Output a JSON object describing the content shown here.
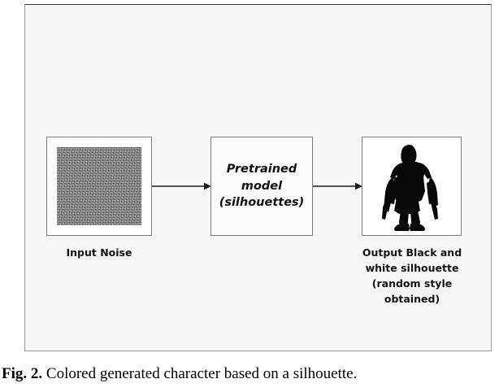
{
  "figure": {
    "caption_number": "Fig. 2.",
    "caption_text": " Colored generated character based on a silhouette.",
    "frame_background": "#f6f6f6",
    "frame_border_color": "#9a9a9a"
  },
  "diagram": {
    "nodes": [
      {
        "id": "input-noise",
        "caption": "Input Noise",
        "content_kind": "noise-image",
        "noise_color": "#8b8b8b",
        "box_background": "#ffffff"
      },
      {
        "id": "pretrained-model",
        "label": "Pretrained\nmodel\n(silhouettes)",
        "content_kind": "text",
        "box_background": "#fafafa"
      },
      {
        "id": "output-silhouette",
        "caption": "Output Black and\nwhite silhouette\n(random style\nobtained)",
        "content_kind": "silhouette-image",
        "silhouette_color": "#050505",
        "box_background": "#ffffff"
      }
    ],
    "arrows": [
      {
        "id": "arrow-one",
        "from": "input-noise",
        "to": "pretrained-model",
        "direction": "right",
        "color": "#1d1d1d"
      },
      {
        "id": "arrow-two",
        "from": "pretrained-model",
        "to": "output-silhouette",
        "direction": "right",
        "color": "#1d1d1d"
      }
    ]
  }
}
